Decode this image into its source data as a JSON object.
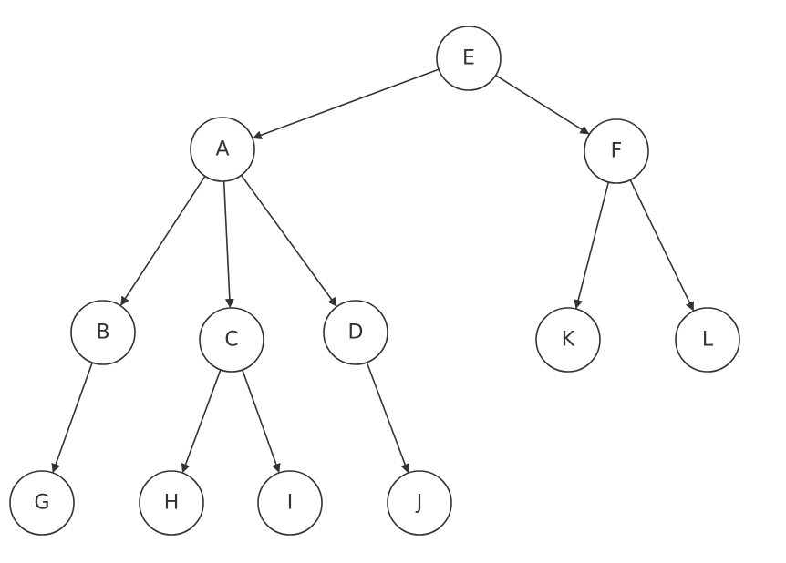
{
  "diagram": {
    "type": "tree",
    "colors": {
      "stroke": "#333333",
      "node_fill": "#ffffff",
      "label": "#333333",
      "background": "#ffffff"
    },
    "nodes": [
      {
        "id": "E",
        "label": "E"
      },
      {
        "id": "A",
        "label": "A"
      },
      {
        "id": "F",
        "label": "F"
      },
      {
        "id": "B",
        "label": "B"
      },
      {
        "id": "C",
        "label": "C"
      },
      {
        "id": "D",
        "label": "D"
      },
      {
        "id": "K",
        "label": "K"
      },
      {
        "id": "L",
        "label": "L"
      },
      {
        "id": "G",
        "label": "G"
      },
      {
        "id": "H",
        "label": "H"
      },
      {
        "id": "I",
        "label": "I"
      },
      {
        "id": "J",
        "label": "J"
      }
    ],
    "edges": [
      {
        "from": "E",
        "to": "A"
      },
      {
        "from": "E",
        "to": "F"
      },
      {
        "from": "A",
        "to": "B"
      },
      {
        "from": "A",
        "to": "C"
      },
      {
        "from": "A",
        "to": "D"
      },
      {
        "from": "F",
        "to": "K"
      },
      {
        "from": "F",
        "to": "L"
      },
      {
        "from": "B",
        "to": "G"
      },
      {
        "from": "C",
        "to": "H"
      },
      {
        "from": "C",
        "to": "I"
      },
      {
        "from": "D",
        "to": "J"
      }
    ]
  }
}
